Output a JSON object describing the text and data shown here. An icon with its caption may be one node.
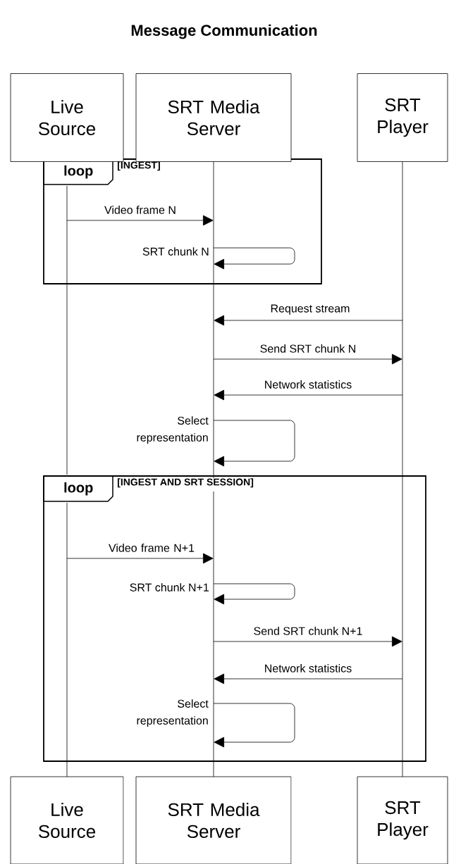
{
  "diagram": {
    "title": "Message Communication",
    "nodes": [
      {
        "text": [
          "Live Source"
        ]
      },
      {
        "text": [
          "SRT Media Server"
        ]
      },
      {
        "text": [
          "SRT Player"
        ]
      },
      {
        "text": [],
        "shape": "bar"
      },
      {
        "text": [],
        "shape": "bar"
      },
      {
        "text": [],
        "shape": "bar"
      },
      {
        "text": [
          "loop",
          "[INGEST]"
        ]
      },
      {
        "text": [
          "loop",
          "[INGEST AND SRT SESSION]"
        ]
      },
      {
        "text": [
          "Live Source"
        ]
      },
      {
        "text": [
          "SRT Media Server"
        ]
      },
      {
        "text": [
          "SRT Player"
        ]
      }
    ],
    "edges": [
      {
        "from": 3,
        "to": 4,
        "arrow": "to",
        "label": "Video frame N"
      },
      {
        "from": 4,
        "to": 4,
        "arrow": "to",
        "label": "SRT chunk N"
      },
      {
        "from": 5,
        "to": 4,
        "arrow": "to",
        "label": "Request stream"
      },
      {
        "from": 4,
        "to": 5,
        "arrow": "to",
        "label": "Send SRT chunk N"
      },
      {
        "from": 5,
        "to": 4,
        "arrow": "to",
        "label": "Network statistics"
      },
      {
        "from": 4,
        "to": 4,
        "arrow": "to",
        "label": "Select representation"
      },
      {
        "from": 3,
        "to": 4,
        "arrow": "to",
        "label": "Video frame N+1"
      },
      {
        "from": 4,
        "to": 4,
        "arrow": "to",
        "label": "SRT chunk N+1"
      },
      {
        "from": 4,
        "to": 5,
        "arrow": "to",
        "label": "Send SRT chunk N+1"
      },
      {
        "from": 5,
        "to": 4,
        "arrow": "to",
        "label": "Network statistics"
      },
      {
        "from": 4,
        "to": 4,
        "arrow": "to",
        "label": "Select representation"
      }
    ]
  }
}
